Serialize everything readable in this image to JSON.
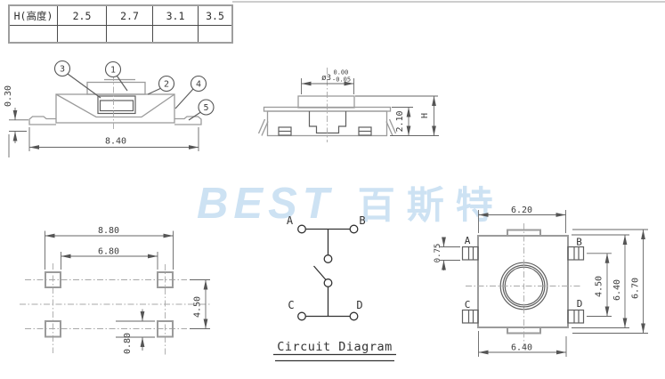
{
  "colors": {
    "watermark": "#cde2f3",
    "drawing_gray": "#9b9b9b",
    "drawing_dark": "#555555",
    "dim_text": "#3d3d3d"
  },
  "watermark": {
    "logo_text": "BEST",
    "logo_cn": "百斯特"
  },
  "spec_table": {
    "header": "H(高度)",
    "values": [
      "2.5",
      "2.7",
      "3.1",
      "3.5"
    ]
  },
  "front_view": {
    "balloon_labels": [
      "1",
      "2",
      "3",
      "4",
      "5"
    ],
    "dims": {
      "lead_height": "0.30",
      "overall_width": "8.40"
    }
  },
  "side_view": {
    "dims": {
      "actuator_dia": "ø3",
      "tol_upper": "0.00",
      "tol_lower": "-0.05",
      "body_height": "2.10",
      "total_height": "H"
    }
  },
  "pcb_layout": {
    "dims": {
      "outer_span": "8.80",
      "inner_span": "6.80",
      "row_pitch": "4.50",
      "pad_height": "0.80"
    }
  },
  "circuit": {
    "terminals": {
      "a": "A",
      "b": "B",
      "c": "C",
      "d": "D"
    },
    "caption": "Circuit Diagram"
  },
  "top_view": {
    "terminals": {
      "a": "A",
      "b": "B",
      "c": "C",
      "d": "D"
    },
    "dims": {
      "top_width": "6.20",
      "bottom_width": "6.40",
      "terminal_width": "0.75",
      "contact_pitch": "4.50",
      "body_span": "6.40",
      "overall_span": "6.70"
    }
  }
}
